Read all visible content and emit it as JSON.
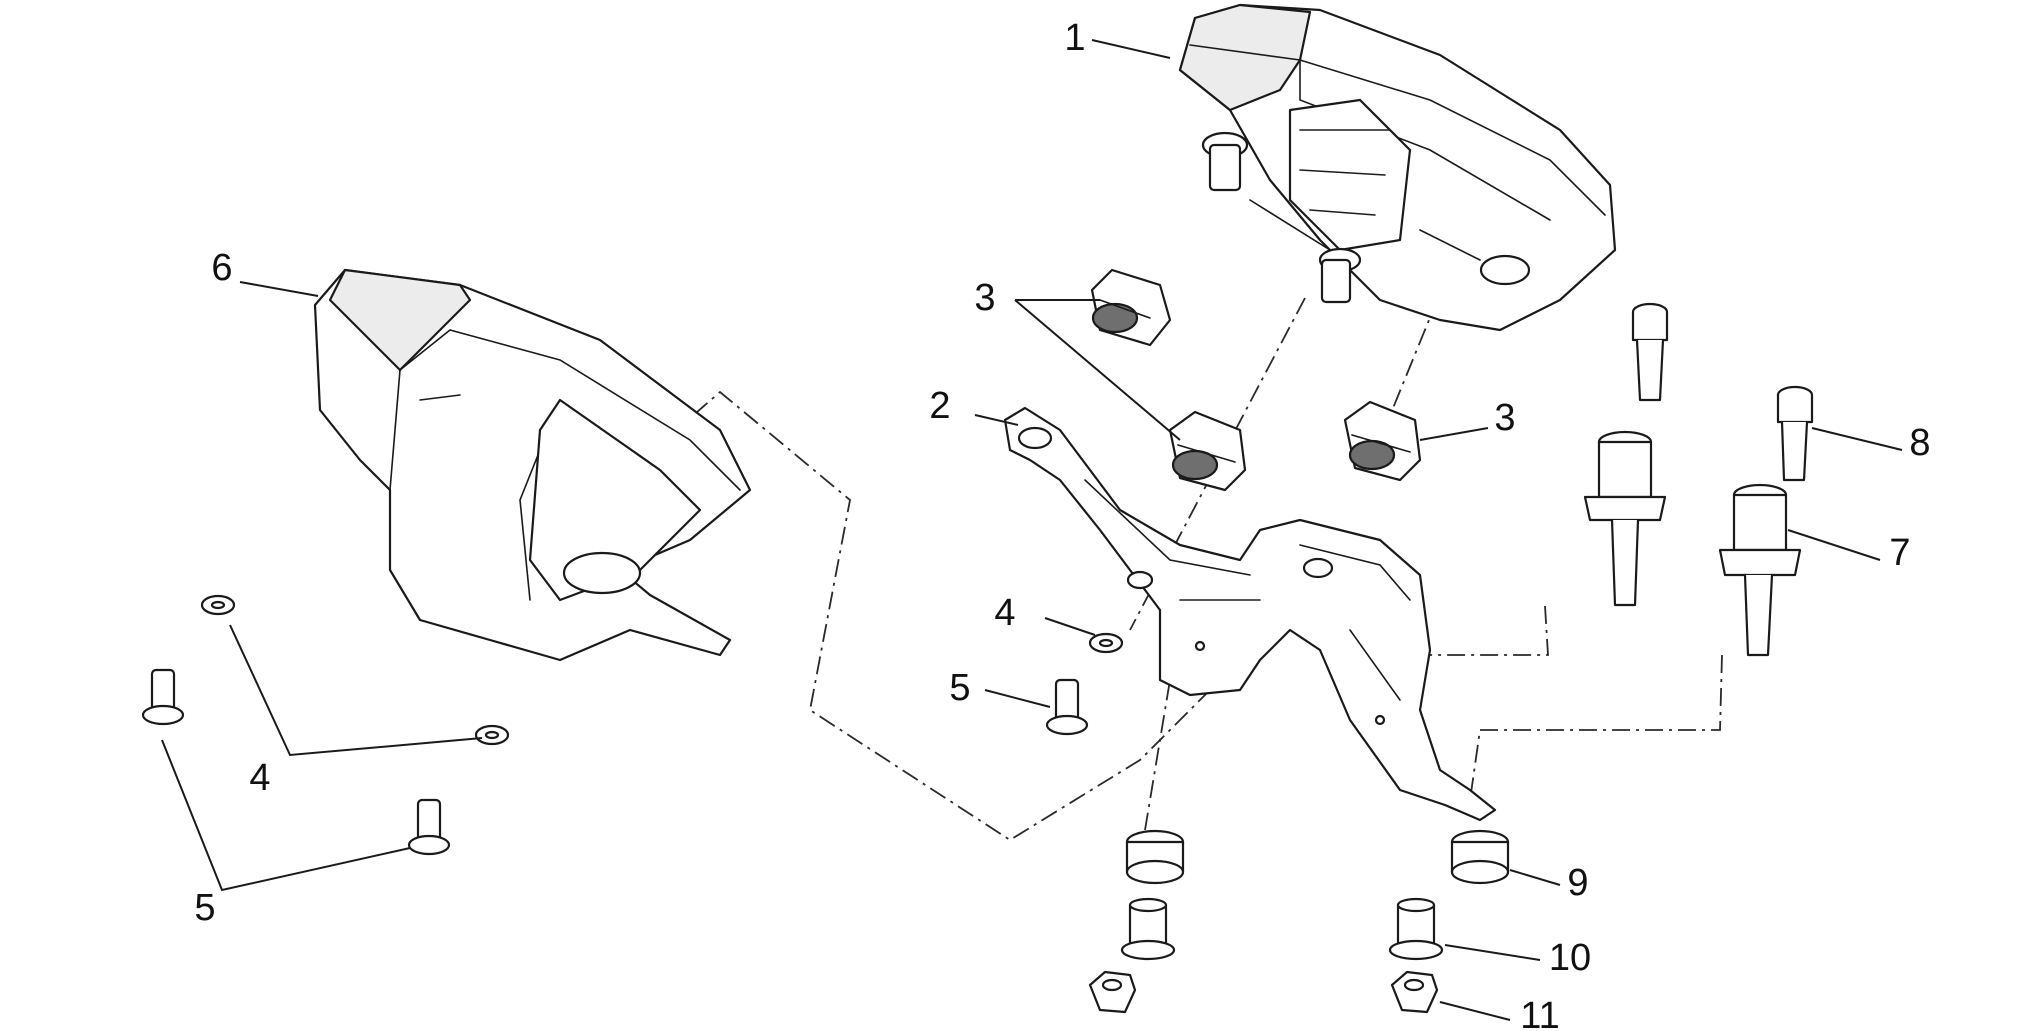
{
  "callouts": [
    {
      "id": "c1",
      "text": "1"
    },
    {
      "id": "c2",
      "text": "2"
    },
    {
      "id": "c3a",
      "text": "3"
    },
    {
      "id": "c3b",
      "text": "3"
    },
    {
      "id": "c4a",
      "text": "4"
    },
    {
      "id": "c4b",
      "text": "4"
    },
    {
      "id": "c5a",
      "text": "5"
    },
    {
      "id": "c5b",
      "text": "5"
    },
    {
      "id": "c6",
      "text": "6"
    },
    {
      "id": "c7",
      "text": "7"
    },
    {
      "id": "c8",
      "text": "8"
    },
    {
      "id": "c9",
      "text": "9"
    },
    {
      "id": "c10",
      "text": "10"
    },
    {
      "id": "c11",
      "text": "11"
    }
  ],
  "colors": {
    "line": "#1a1a1a",
    "background": "#ffffff",
    "shade": "#ececec",
    "dark": "#6f6f6f"
  }
}
